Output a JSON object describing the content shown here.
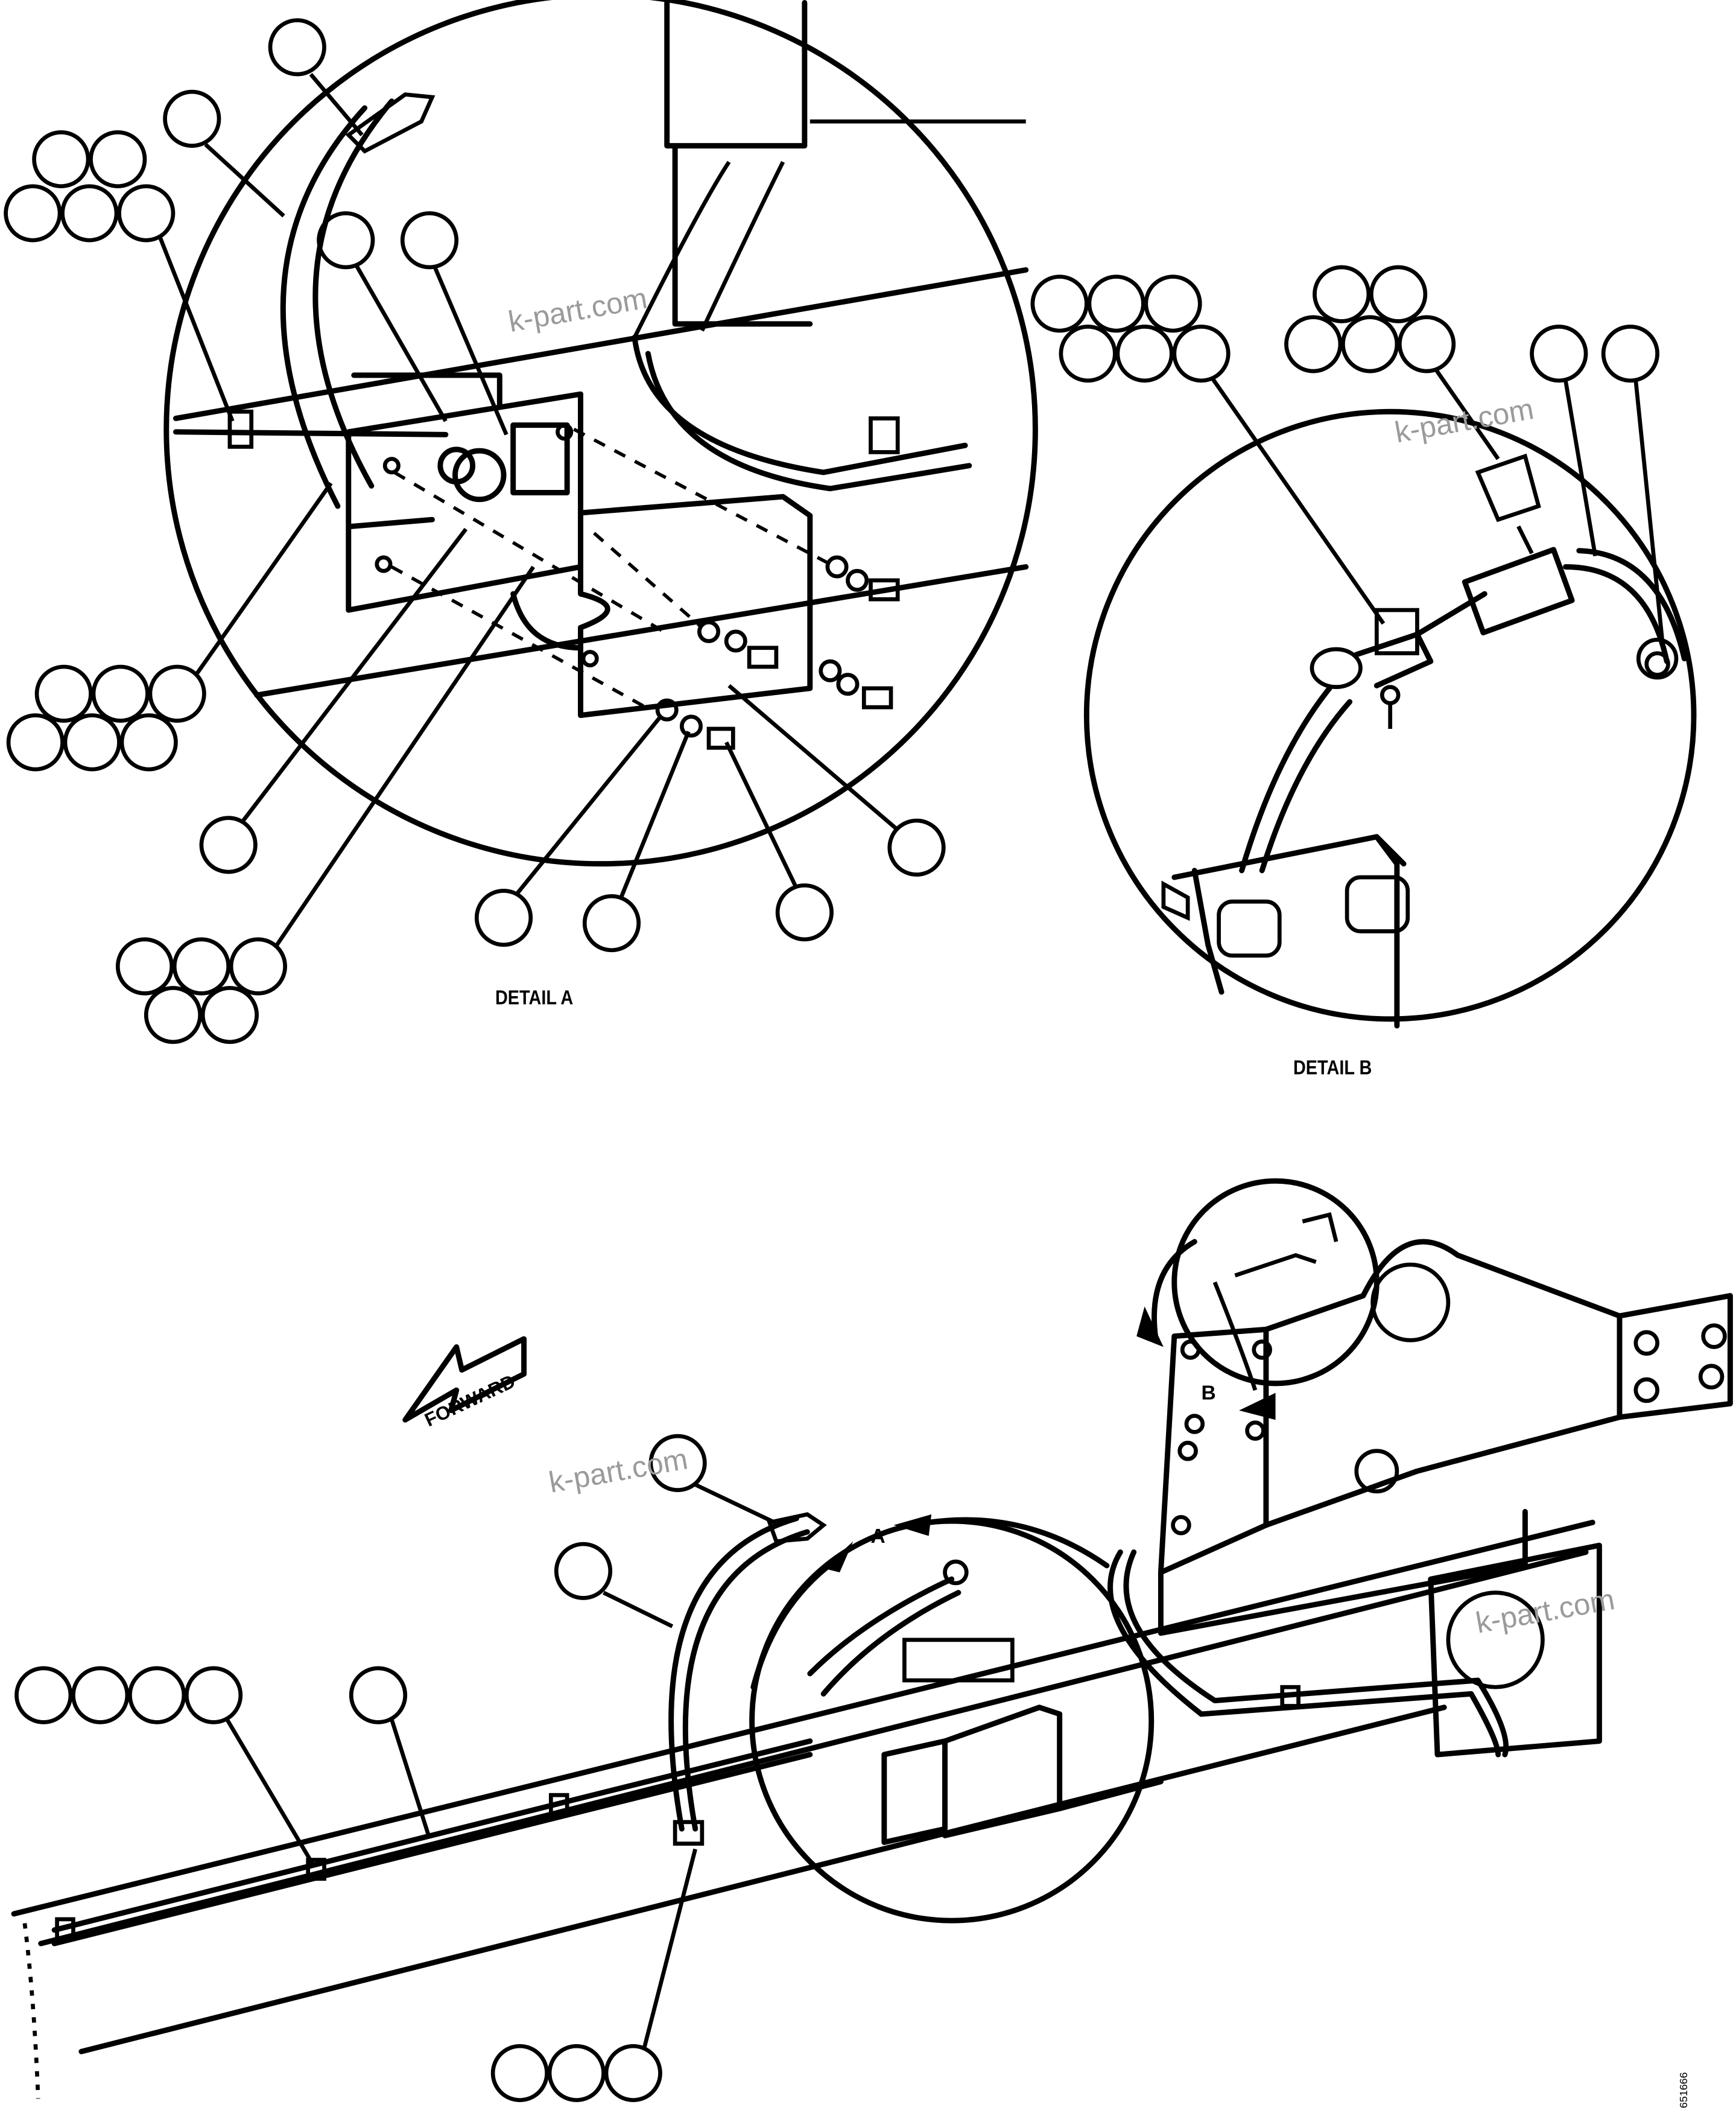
{
  "labels": {
    "detail_a": "DETAIL A",
    "detail_b": "DETAIL B",
    "forward": "FORWARD",
    "ref_a": "A",
    "ref_b": "B",
    "drawing_no": "651666"
  },
  "watermark": "k-part.com",
  "colors": {
    "ink": "#000000",
    "paper": "#ffffff",
    "watermark": "#9a9a9a"
  }
}
